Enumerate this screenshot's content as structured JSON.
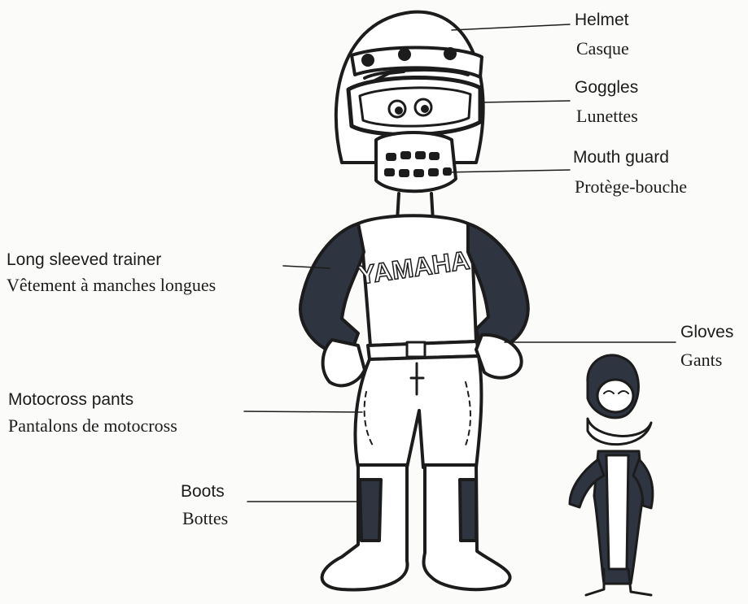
{
  "figure": {
    "shirt_logo": "YAMAHA"
  },
  "labels": [
    {
      "id": "helmet",
      "en": "Helmet",
      "fr": "Casque"
    },
    {
      "id": "goggles",
      "en": "Goggles",
      "fr": "Lunettes"
    },
    {
      "id": "mouth-guard",
      "en": "Mouth guard",
      "fr": "Protège-bouche"
    },
    {
      "id": "trainer",
      "en": "Long sleeved trainer",
      "fr": "Vêtement à manches longues"
    },
    {
      "id": "gloves",
      "en": "Gloves",
      "fr": "Gants"
    },
    {
      "id": "pants",
      "en": "Motocross pants",
      "fr": "Pantalons de motocross"
    },
    {
      "id": "boots",
      "en": "Boots",
      "fr": "Bottes"
    }
  ],
  "colors": {
    "ink": "#1c1c1c",
    "jersey_sleeves": "#2e3440",
    "paper": "#fbfbf9"
  }
}
